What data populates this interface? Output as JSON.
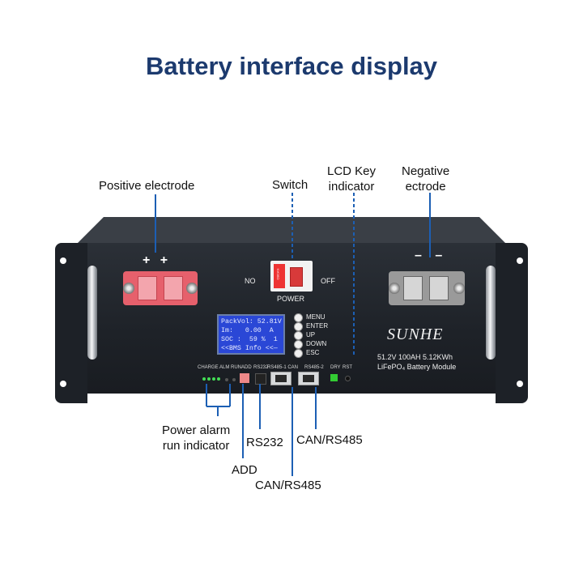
{
  "title": "Battery interface display",
  "callouts": {
    "positive_electrode": "Positive electrode",
    "switch": "Switch",
    "lcd_key_indicator_line1": "LCD Key",
    "lcd_key_indicator_line2": "indicator",
    "negative_line1": "Negative",
    "negative_line2": "ectrode",
    "power_alarm_line1": "Power alarm",
    "power_alarm_line2": "run indicator",
    "rs232": "RS232",
    "can_rs485_right": "CAN/RS485",
    "add": "ADD",
    "can_rs485_bottom": "CAN/RS485"
  },
  "device": {
    "plus_signs": "+ +",
    "minus_signs": "– –",
    "switch_on": "NO",
    "switch_off": "OFF",
    "switch_label": "POWER",
    "breaker_brand": "CBCAN",
    "lcd": {
      "line1": "PackVol: 52.81V",
      "line2": "Im:   0.00  A",
      "line3": "SOC :  59 %  1",
      "line4": "<<BMS Info <<—"
    },
    "keys": [
      "MENU",
      "ENTER",
      "UP",
      "DOWN",
      "ESC"
    ],
    "brand": "SUNHE",
    "spec_line1": "51.2V 100AH 5.12KWh",
    "spec_line2": "LiFePO₄ Battery Module",
    "ports": {
      "charge": "CHARGE",
      "alm_run": "ALM RUN",
      "add": "ADD",
      "rs232": "RS232",
      "rs485_1_can": "RS485-1 CAN",
      "rs485_2": "RS485-2",
      "dry": "DRY",
      "rst": "RST"
    }
  },
  "colors": {
    "title": "#1c3a6e",
    "callout_line": "#1c5fb4",
    "chassis": "#1e2228",
    "positive_terminal": "#e6606c",
    "negative_terminal": "#9a9a9a",
    "lcd": "#2a47d6",
    "led_green": "#44dd55"
  }
}
